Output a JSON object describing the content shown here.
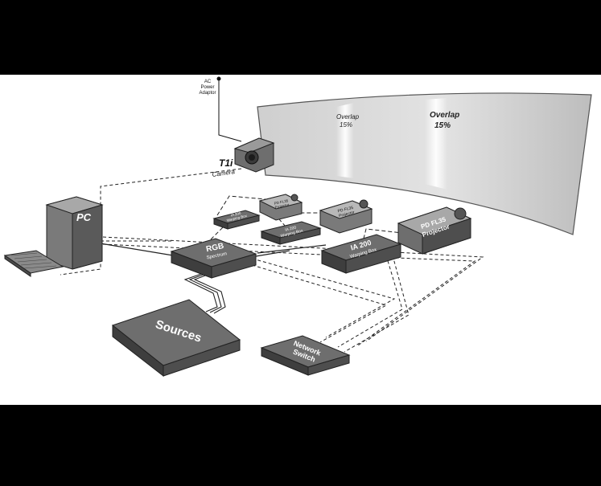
{
  "labels": {
    "ac_adapter": [
      "AC",
      "Power",
      "Adaptor"
    ],
    "camera_model": "T1i",
    "camera_word": "Camera",
    "pc": "PC",
    "overlap_small": [
      "Overlap",
      "15%"
    ],
    "overlap_large": [
      "Overlap",
      "15%"
    ],
    "projector_small_1": [
      "PD FL35",
      "Projector"
    ],
    "projector_small_2": [
      "PD FL35",
      "Projector"
    ],
    "projector_large": [
      "PD FL35",
      "Projector"
    ],
    "warp_small_1": [
      "IA 200",
      "Warping Box"
    ],
    "warp_small_2": [
      "IA 200",
      "Warping Box"
    ],
    "warp_large": [
      "IA 200",
      "Warping Box"
    ],
    "rgb": [
      "RGB",
      "Spectrum"
    ],
    "sources": "Sources",
    "network_switch": [
      "Network",
      "Switch"
    ]
  },
  "colors": {
    "background": "#ffffff",
    "letterbox": "#000000",
    "box_top": "#6e6e6e",
    "box_side": "#3e3e3e",
    "box_text": "#ffffff",
    "screen": "#d6d6d6",
    "line": "#222222"
  }
}
